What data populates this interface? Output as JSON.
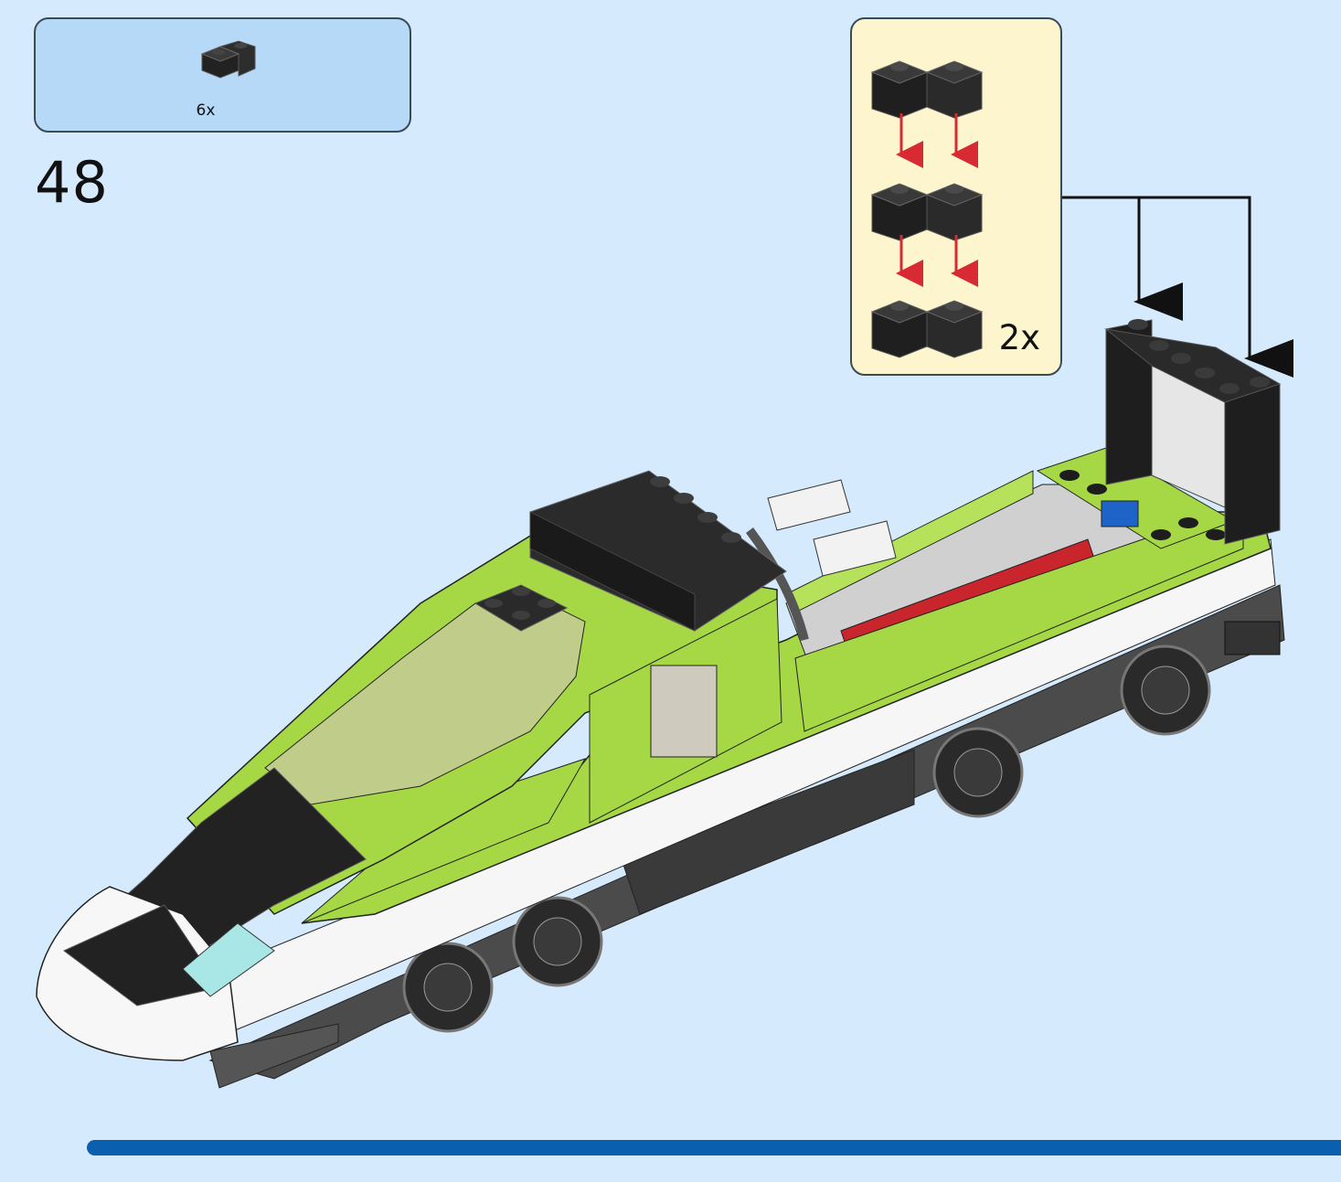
{
  "parts_list": {
    "items": [
      {
        "part": "black-corner-brick-icon",
        "quantity": "6x"
      }
    ]
  },
  "step": {
    "number": "48"
  },
  "callout": {
    "multiplier": "2x"
  },
  "colors": {
    "page_background": "#d5ebfd",
    "parts_box": "#b5d9f6",
    "callout_box": "#fdf5cd",
    "lime": "#a6d845",
    "progress_bar": "#0a5fae",
    "arrow_red": "#d82a32"
  }
}
